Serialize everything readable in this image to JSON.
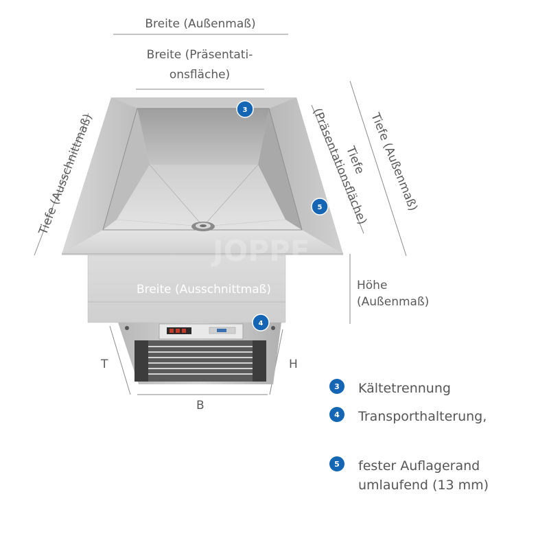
{
  "dimensions": {
    "breite_aussen": "Breite (Außenmaß)",
    "breite_praesentation_line1": "Breite (Präsentati-",
    "breite_praesentation_line2": "onsfläche)",
    "tiefe_ausschnitt": "Tiefe (Ausschnittmaß)",
    "tiefe_praesentation_line1": "Tiefe",
    "tiefe_praesentation_line2": "(Präsentationsfläche)",
    "tiefe_aussen": "Tiefe (Außenmaß)",
    "breite_ausschnitt": "Breite (Ausschnittmaß)",
    "hoehe_line1": "Höhe",
    "hoehe_line2": "(Außenmaß)",
    "unit_t": "T",
    "unit_h": "H",
    "unit_b": "B"
  },
  "badges": {
    "b3": "3",
    "b4": "4",
    "b5": "5"
  },
  "legend": [
    {
      "number": "3",
      "text": "Kältetrennung"
    },
    {
      "number": "4",
      "text": "Transporthalterung,"
    },
    {
      "number": "5",
      "text": "fester Auflagerand umlaufend (13 mm)"
    }
  ],
  "legend_text_5_line1": "fester Auflagerand",
  "legend_text_5_line2": "umlaufend (13 mm)",
  "colors": {
    "badge": "#1466b4",
    "steel_light": "#dcdcdc",
    "steel_dark": "#9a9a9a",
    "line": "#888888"
  },
  "icons": {
    "drain": "drain-icon",
    "control_panel": "control-panel-icon",
    "radiator_grille": "radiator-grille-icon"
  }
}
